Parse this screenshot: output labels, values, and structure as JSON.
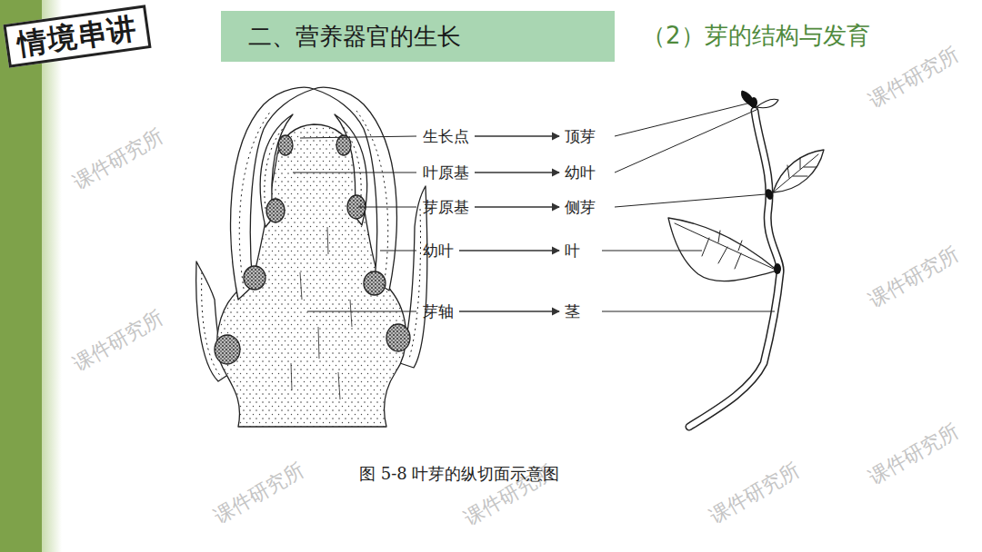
{
  "diagram": {
    "title": "二、营养器官的生长",
    "caption": "图 5-8 叶芽的纵切面示意图",
    "nodes": [
      {
        "text": [
          "情境串讲"
        ]
      },
      {
        "text": [
          "生长点"
        ]
      },
      {
        "text": [
          "顶芽"
        ]
      },
      {
        "text": [
          "叶原基"
        ]
      },
      {
        "text": [
          "幼叶"
        ]
      },
      {
        "text": [
          "芽原基"
        ]
      },
      {
        "text": [
          "侧芽"
        ]
      },
      {
        "text": [
          "幼叶"
        ]
      },
      {
        "text": [
          "叶"
        ]
      },
      {
        "text": [
          "芽轴"
        ]
      },
      {
        "text": [
          "茎"
        ]
      }
    ],
    "edges": [
      {
        "from": 1,
        "to": 2,
        "arrow": "to"
      },
      {
        "from": 3,
        "to": 4,
        "arrow": "to"
      },
      {
        "from": 5,
        "to": 6,
        "arrow": "to"
      },
      {
        "from": 7,
        "to": 8,
        "arrow": "to"
      },
      {
        "from": 9,
        "to": 10,
        "arrow": "to"
      }
    ],
    "labels": [
      "（2）芽的结构与发育",
      "课件研究所",
      "课件研究所",
      "课件研究所",
      "课件研究所",
      "课件研究所",
      "课件研究所",
      "课件研究所",
      "课件研究所"
    ]
  }
}
